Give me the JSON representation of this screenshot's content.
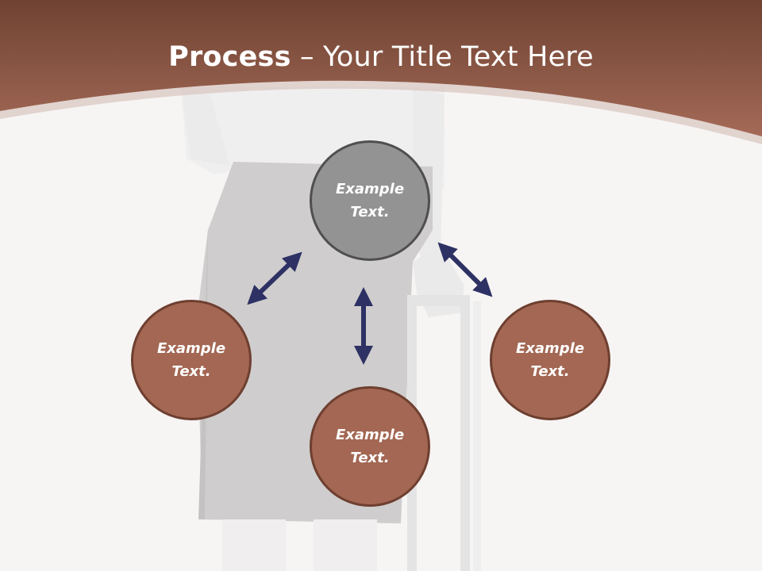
{
  "title": {
    "bold": "Process",
    "rest": " – Your Title Text Here"
  },
  "nodes": {
    "top": "Example\nText.",
    "left": "Example\nText.",
    "right": "Example\nText.",
    "bottom": "Example\nText."
  },
  "colors": {
    "header": "#8a5240",
    "node_fill": "#a36753",
    "node_border": "#6e3f30",
    "center_fill": "#939393",
    "arrow": "#2e3164",
    "background": "#f7f5f4"
  }
}
